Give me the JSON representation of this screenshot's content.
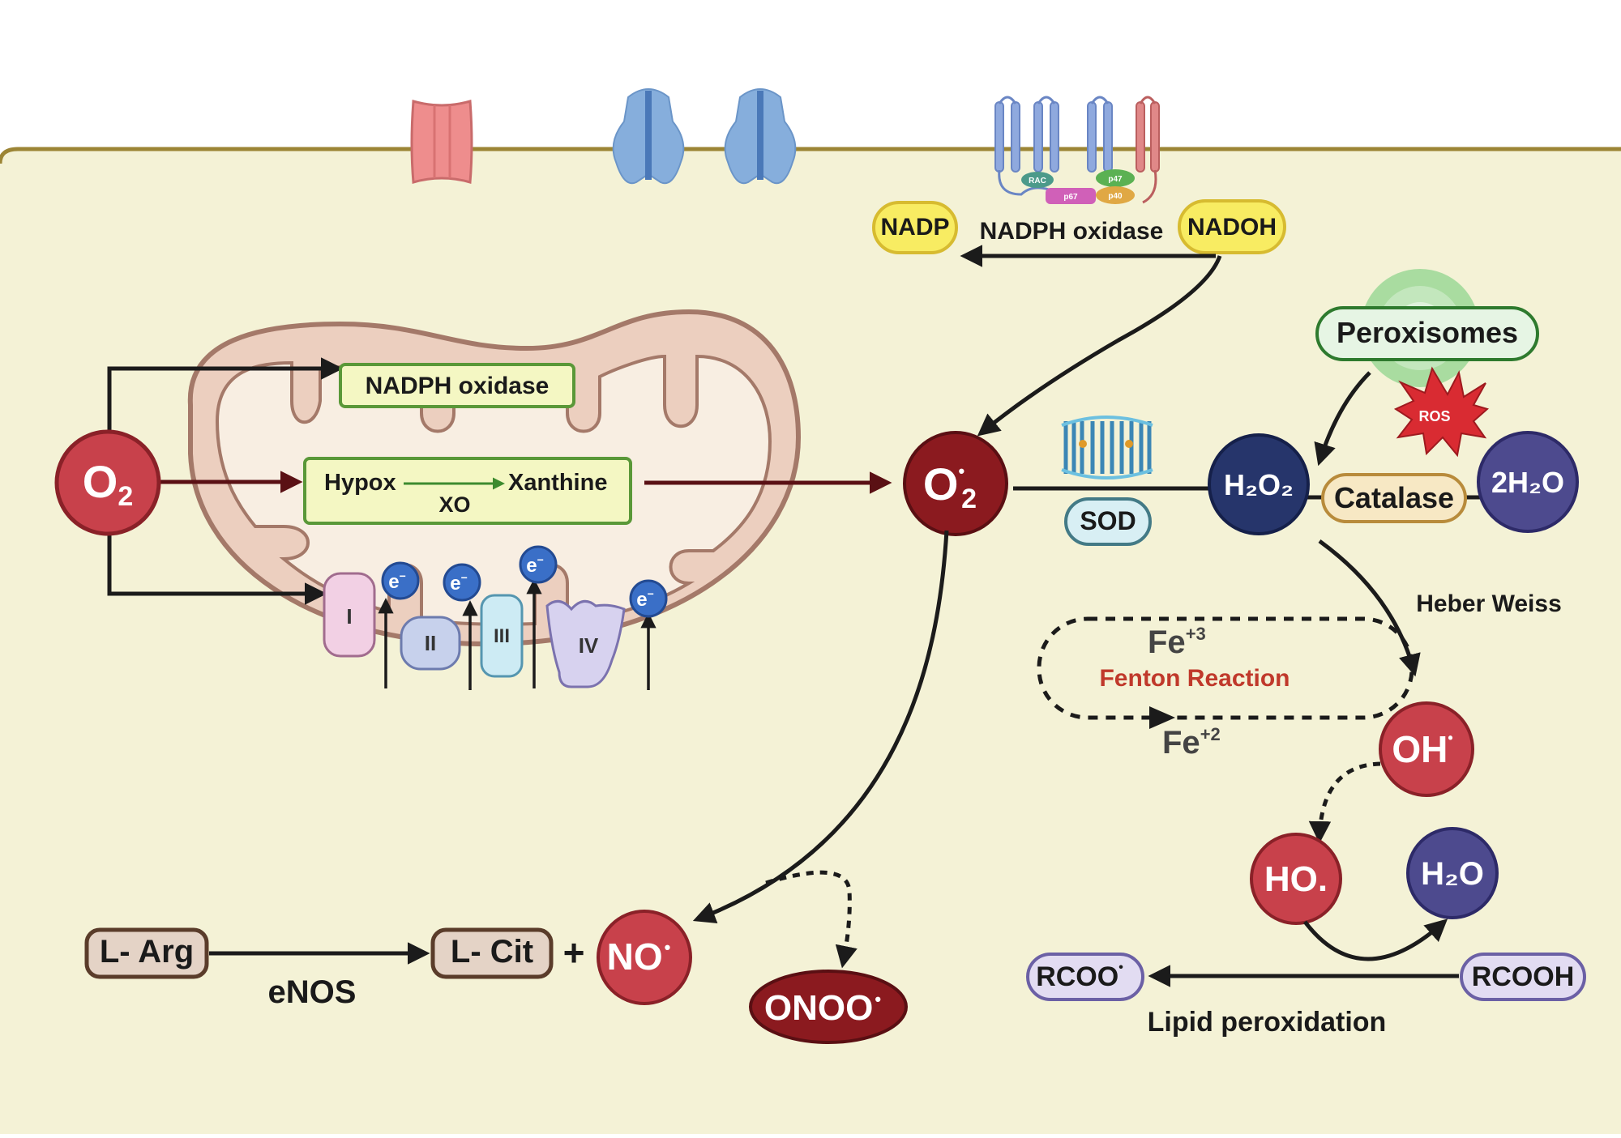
{
  "colors": {
    "cytoplasm": "#f4f2d6",
    "membrane": "#9c8535",
    "red_node": "#c8414b",
    "dark_red_node": "#8b1a1f",
    "navy_node": "#26356b",
    "purple_node": "#4d4a8e",
    "yellow_pill": "#f8ec62",
    "lime_box": "#f4f7c3",
    "box_border": "#5a9838"
  },
  "left": {
    "o2": "O",
    "o2_sub": "2",
    "nadph_box": "NADPH oxidase",
    "hypox": "Hypox",
    "xanthine": "Xanthine",
    "xo": "XO",
    "complexes": [
      "I",
      "II",
      "III",
      "IV"
    ],
    "electron": "e",
    "electron_sup": "−"
  },
  "top": {
    "nadp": "NADP",
    "nadoh": "NADOH",
    "nadph_oxidase": "NADPH oxidase",
    "subunits": [
      "RAC",
      "p47",
      "p67",
      "p40"
    ]
  },
  "center": {
    "superoxide": "O",
    "superoxide_dot": "•",
    "superoxide_sub": "2",
    "sod": "SOD"
  },
  "right": {
    "peroxisomes": "Peroxisomes",
    "ros": "ROS",
    "h2o2": "H₂O₂",
    "catalase": "Catalase",
    "two_h2o": "2H₂O",
    "heber_weiss": "Heber Weiss",
    "fe3": "Fe",
    "fe3_sup": "+3",
    "fenton": "Fenton Reaction",
    "fe2": "Fe",
    "fe2_sup": "+2",
    "oh": "OH",
    "oh_dot": "•",
    "ho": "HO.",
    "h2o": "H₂O",
    "rcoo": "RCOO",
    "rcoo_dot": "•",
    "rcooh": "RCOOH",
    "lipid": "Lipid peroxidation"
  },
  "bottom": {
    "l_arg": "L- Arg",
    "enos": "eNOS",
    "l_cit": "L- Cit",
    "plus": "+",
    "no": "NO",
    "no_dot": "•",
    "onoo": "ONOO",
    "onoo_dot": "•"
  }
}
